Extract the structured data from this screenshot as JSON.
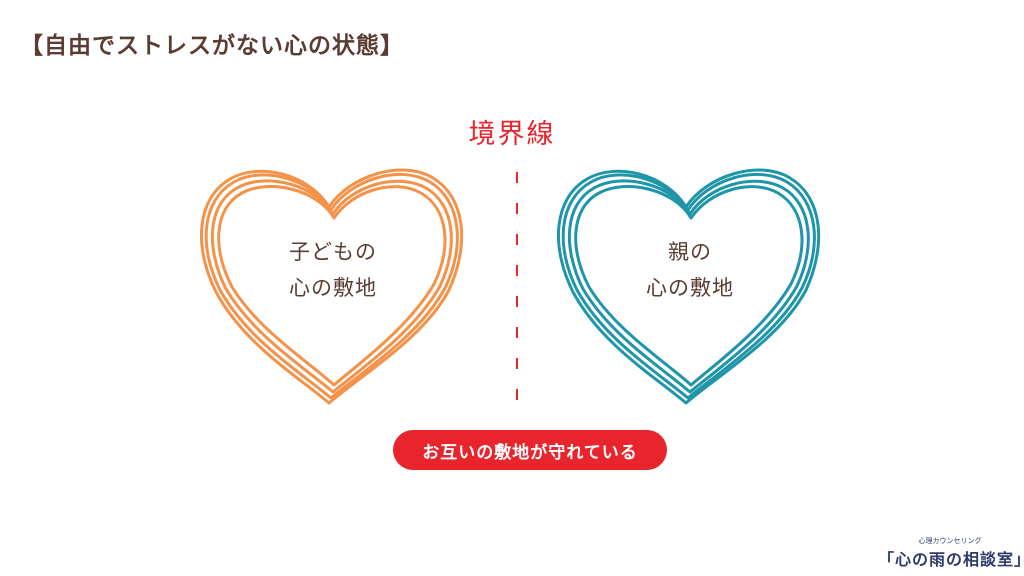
{
  "title": "【自由でストレスがない心の状態】",
  "boundary_label": "境界線",
  "left_heart": {
    "line1": "子どもの",
    "line2": "心の敷地",
    "color": "#f4924a"
  },
  "right_heart": {
    "line1": "親の",
    "line2": "心の敷地",
    "color": "#1e95a8"
  },
  "boundary_line_color": "#e8242c",
  "caption_pill": "お互いの敷地が守れている",
  "logo": {
    "subtitle": "心理カウンセリング",
    "name": "「心の雨の相談室」"
  }
}
